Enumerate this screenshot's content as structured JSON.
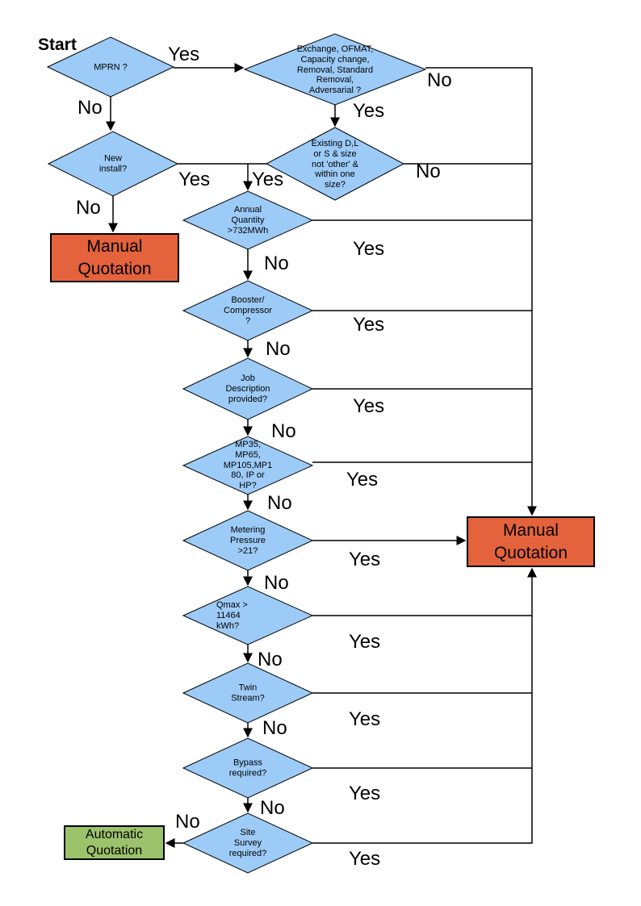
{
  "page": {
    "start_label": "Start"
  },
  "edge_labels": {
    "yes": "Yes",
    "no": "No"
  },
  "decisions": {
    "mprn": "MPRN ?",
    "exchange": "Exchange, OFMAT,\nCapacity change,\nRemoval, Standard\nRemoval,\nAdversarial ?",
    "new_install": "New\ninstall?",
    "existing": "Existing D,L\nor S & size\nnot 'other' &\nwithin one\nsize?",
    "annual": "Annual\nQuantity\n>732MWh",
    "booster": "Booster/\nCompressor\n?",
    "job_desc": "Job\nDescription\nprovided?",
    "mp": "MP35,\nMP65,\nMP105,MP1\n80, IP or\nHP?",
    "metering": "Metering\nPressure\n>21?",
    "qmax": "Qmax >\n11464\nkWh?",
    "twin": "Twin\nStream?",
    "bypass": "Bypass\nrequired?",
    "site_survey": "Site\nSurvey\nrequired?"
  },
  "terminals": {
    "manual_left": "Manual\nQuotation",
    "manual_right": "Manual\nQuotation",
    "automatic": "Automatic\nQuotation"
  },
  "colors": {
    "decision-fill": "#9DCBF7",
    "decision-border": "#000000",
    "manual-fill": "#E4623C",
    "automatic-fill": "#9CC36B",
    "line-color": "#000000"
  }
}
